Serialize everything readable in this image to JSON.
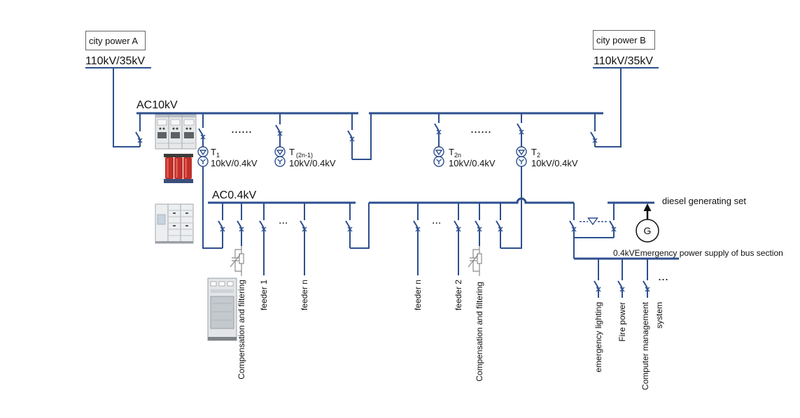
{
  "sources": [
    {
      "name": "city power A",
      "voltage": "110kV/35kV"
    },
    {
      "name": "city power B",
      "voltage": "110kV/35kV"
    }
  ],
  "buses": {
    "hv": "AC10kV",
    "lv": "AC0.4kV",
    "emergency": "0.4kVEmergency power supply of bus section"
  },
  "transformers": [
    {
      "symbol": "T",
      "index": "1",
      "rating": "10kV/0.4kV"
    },
    {
      "symbol": "T",
      "index": "(2n-1)",
      "rating": "10kV/0.4kV"
    },
    {
      "symbol": "T",
      "index": "2n",
      "rating": "10kV/0.4kV"
    },
    {
      "symbol": "T",
      "index": "2",
      "rating": "10kV/0.4kV"
    }
  ],
  "ellipses": {
    "hv_left": "......",
    "hv_right": "......",
    "lv_left": "...",
    "lv_right": "...",
    "emergency": "..."
  },
  "generator": {
    "label": "diesel generating set",
    "symbol": "G"
  },
  "lv_feeders_left": [
    "Compensation and filtering",
    "feeder 1",
    "feeder n"
  ],
  "lv_feeders_right": [
    "feeder n",
    "feeder 2",
    "Compensation and filtering"
  ],
  "emergency_loads": [
    {
      "lines": [
        "emergency lighting"
      ]
    },
    {
      "lines": [
        "Fire power"
      ]
    },
    {
      "lines": [
        "Computer management",
        "system"
      ]
    }
  ],
  "icons": {
    "breaker": "circuit-breaker-icon",
    "transformer": "transformer-icon",
    "compensation": "capacitor-compensation-icon"
  },
  "colors": {
    "line": "#2d4f8e",
    "equipment_line": "#8a8a8a"
  }
}
